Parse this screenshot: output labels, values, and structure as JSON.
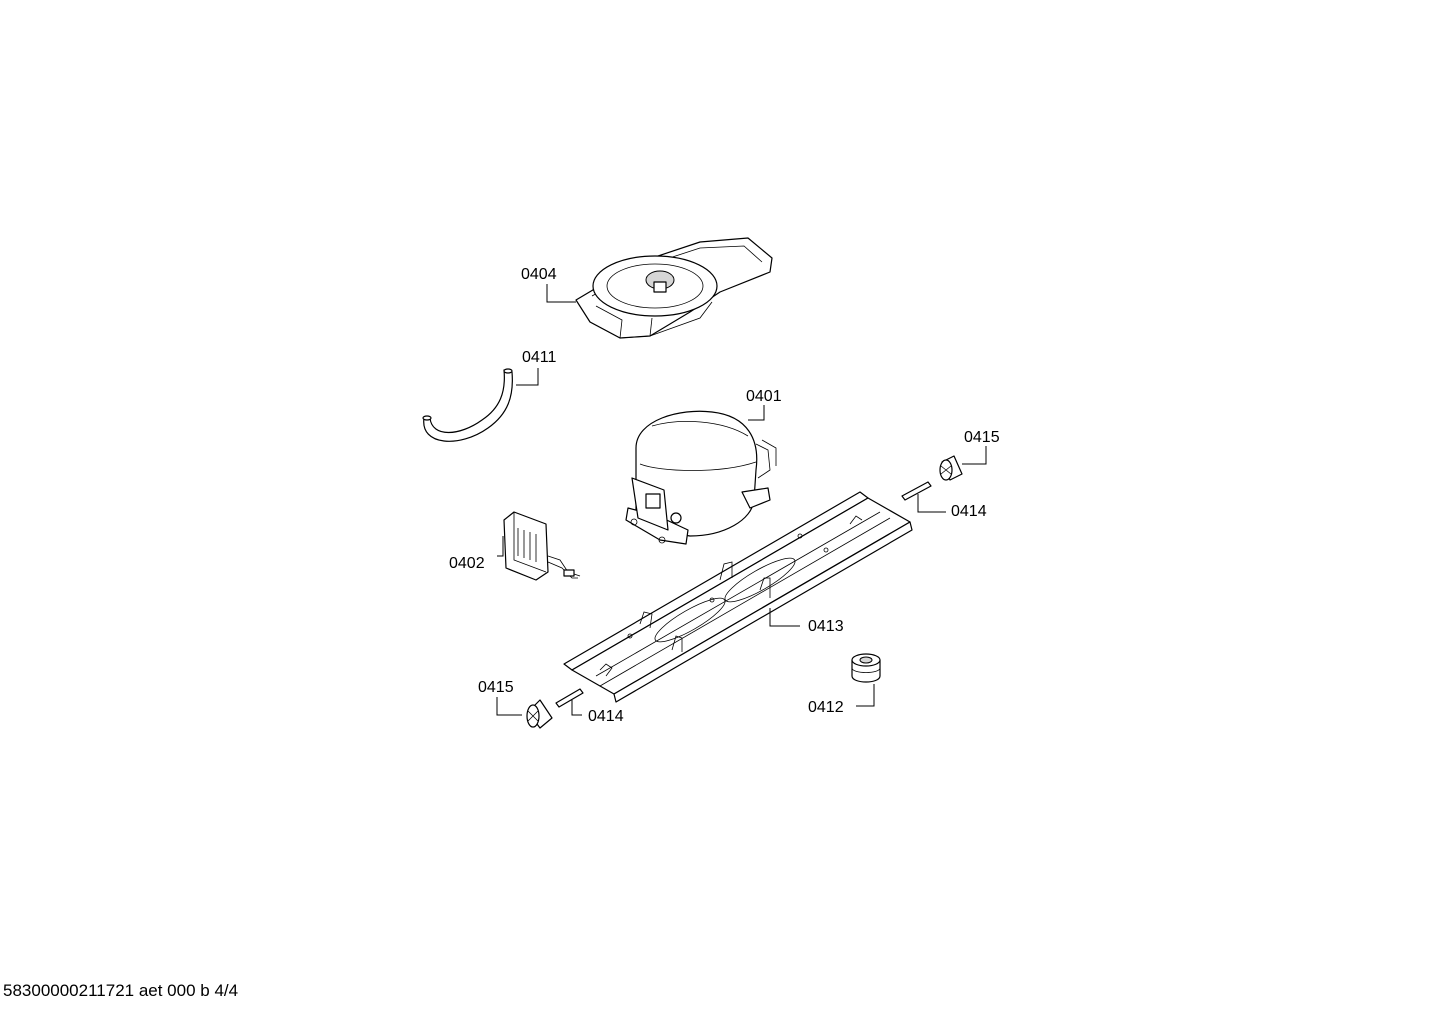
{
  "parts": [
    {
      "id": "drip-tray",
      "label": "0404"
    },
    {
      "id": "hose",
      "label": "0411"
    },
    {
      "id": "compressor",
      "label": "0401"
    },
    {
      "id": "bumper-top",
      "label": "0415"
    },
    {
      "id": "pin-top",
      "label": "0414"
    },
    {
      "id": "relay",
      "label": "0402"
    },
    {
      "id": "rail",
      "label": "0413"
    },
    {
      "id": "bumper-bottom",
      "label": "0415"
    },
    {
      "id": "pin-bottom",
      "label": "0414"
    },
    {
      "id": "grommet",
      "label": "0412"
    }
  ],
  "footer": {
    "text": "58300000211721 aet 000 b 4/4"
  }
}
